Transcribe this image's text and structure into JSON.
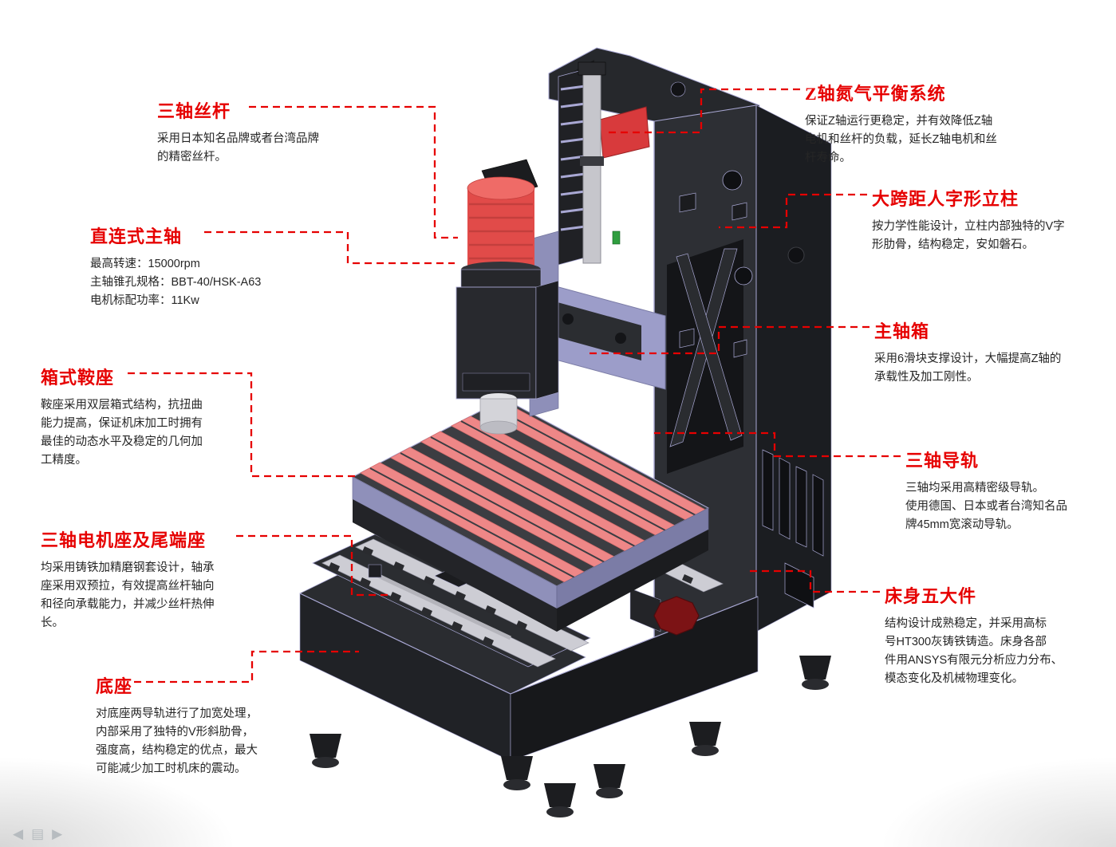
{
  "callouts": {
    "left": [
      {
        "id": "ballscrew",
        "title": "三轴丝杆",
        "body": "采用日本知名品牌或者台湾品牌\n的精密丝杆。"
      },
      {
        "id": "direct-spindle",
        "title": "直连式主轴",
        "body": "最高转速：15000rpm\n主轴锥孔规格：BBT-40/HSK-A63\n电机标配功率：11Kw"
      },
      {
        "id": "box-saddle",
        "title": "箱式鞍座",
        "body": "鞍座采用双层箱式结构，抗扭曲\n能力提高，保证机床加工时拥有\n最佳的动态水平及稳定的几何加\n工精度。"
      },
      {
        "id": "motor-seat",
        "title": "三轴电机座及尾端座",
        "body": "均采用铸铁加精磨钢套设计，轴承\n座采用双预拉，有效提高丝杆轴向\n和径向承载能力，并减少丝杆热伸\n长。"
      },
      {
        "id": "base",
        "title": "底座",
        "body": "对底座两导轨进行了加宽处理，\n内部采用了独特的V形斜肋骨，\n强度高，结构稳定的优点，最大\n可能减少加工时机床的震动。"
      }
    ],
    "right": [
      {
        "id": "z-nitrogen-balance",
        "title": "Z轴氮气平衡系统",
        "body": "保证Z轴运行更稳定，并有效降低Z轴\n电机和丝杆的负载，延长Z轴电机和丝\n杆寿命。"
      },
      {
        "id": "gantry-column",
        "title": "大跨距人字形立柱",
        "body": "按力学性能设计，立柱内部独特的V字\n形肋骨，结构稳定，安如磐石。"
      },
      {
        "id": "spindle-box",
        "title": "主轴箱",
        "body": "采用6滑块支撑设计，大幅提高Z轴的\n承载性及加工刚性。"
      },
      {
        "id": "guideways",
        "title": "三轴导轨",
        "body": "三轴均采用高精密级导轨。\n使用德国、日本或者台湾知名品\n牌45mm宽滚动导轨。"
      },
      {
        "id": "bed-five-parts",
        "title": "床身五大件",
        "body": "结构设计成熟稳定，并采用高标\n号HT300灰铸铁铸造。床身各部\n件用ANSYS有限元分析应力分布、\n模态变化及机械物理变化。"
      }
    ]
  },
  "colors": {
    "accent_red": "#e60000",
    "machine_dark": "#2d2f34",
    "machine_darker": "#1b1d21",
    "edge_lavender": "#a9a8d4",
    "table_red": "#ee8787",
    "motor_red": "#e14b49",
    "body_text": "#262626"
  },
  "corner_toolbar": {
    "icons": [
      {
        "name": "nav-prev",
        "glyph": "◀"
      },
      {
        "name": "pages",
        "glyph": "▤"
      },
      {
        "name": "nav-next",
        "glyph": "▶"
      }
    ]
  }
}
